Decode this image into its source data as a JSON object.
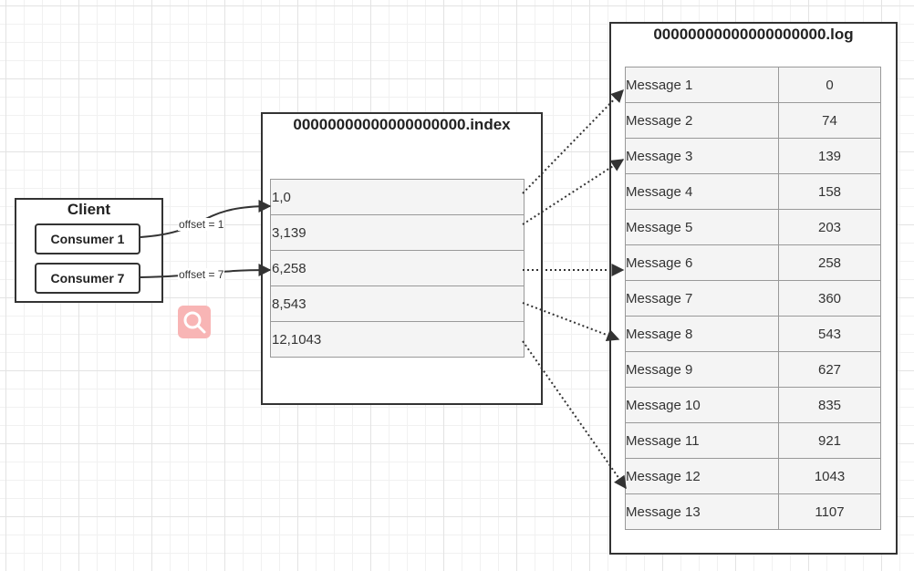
{
  "client": {
    "title": "Client",
    "consumers": [
      "Consumer 1",
      "Consumer 7"
    ]
  },
  "edge_labels": [
    "offset = 1",
    "offset = 7"
  ],
  "index_file": {
    "title": "00000000000000000000.index",
    "entries": [
      "1,0",
      "3,139",
      "6,258",
      "8,543",
      "12,1043"
    ]
  },
  "log_file": {
    "title": "00000000000000000000.log",
    "rows": [
      {
        "message": "Message 1",
        "position": "0"
      },
      {
        "message": "Message 2",
        "position": "74"
      },
      {
        "message": "Message 3",
        "position": "139"
      },
      {
        "message": "Message 4",
        "position": "158"
      },
      {
        "message": "Message 5",
        "position": "203"
      },
      {
        "message": "Message 6",
        "position": "258"
      },
      {
        "message": "Message 7",
        "position": "360"
      },
      {
        "message": "Message 8",
        "position": "543"
      },
      {
        "message": "Message 9",
        "position": "627"
      },
      {
        "message": "Message 10",
        "position": "835"
      },
      {
        "message": "Message 11",
        "position": "921"
      },
      {
        "message": "Message 12",
        "position": "1043"
      },
      {
        "message": "Message 13",
        "position": "1107"
      }
    ]
  },
  "icons": {
    "search_badge": "search-icon"
  },
  "colors": {
    "border": "#333333",
    "cell_fill": "#f4f4f4",
    "badge": "#f8b5b5"
  }
}
